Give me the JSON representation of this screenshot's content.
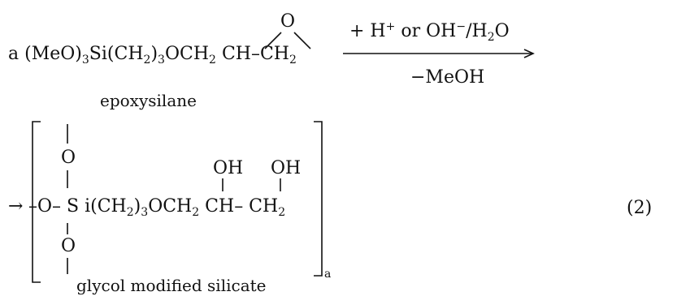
{
  "reaction": {
    "reactant": {
      "coefficient": "a",
      "formula_prefix": "(MeO)",
      "formula_sub1": "3",
      "formula_mid1": "Si(CH",
      "formula_sub2": "2",
      "formula_mid2": ")",
      "formula_sub3": "3",
      "formula_mid3": "OCH",
      "formula_sub4": "2",
      "formula_tail_ch": "CH",
      "formula_dash": "–",
      "formula_ch2": "CH",
      "formula_sub5": "2",
      "epoxide_oxygen": "O",
      "name": "epoxysilane"
    },
    "conditions": {
      "above_plus": "+ H",
      "above_plus_sup": "+",
      "above_or": " or OH",
      "above_minus_sup": "−",
      "above_slash": "/H",
      "above_h2o_sub": "2",
      "above_o": "O",
      "below": "−MeOH"
    },
    "product": {
      "arrow": "→",
      "top_oxygen": "O",
      "bottom_oxygen": "O",
      "chain_left": "–O– ",
      "chain_s": "S",
      "chain_i": "i(CH",
      "chain_sub1": "2",
      "chain_mid1": ")",
      "chain_sub2": "3",
      "chain_mid2": "OCH",
      "chain_sub3": "2",
      "chain_ch": "CH– CH",
      "chain_sub4": "2",
      "oh1": "OH",
      "oh2": "OH",
      "repeat_index": "a",
      "name": "glycol modified silicate"
    },
    "equation_number": "(2)"
  }
}
